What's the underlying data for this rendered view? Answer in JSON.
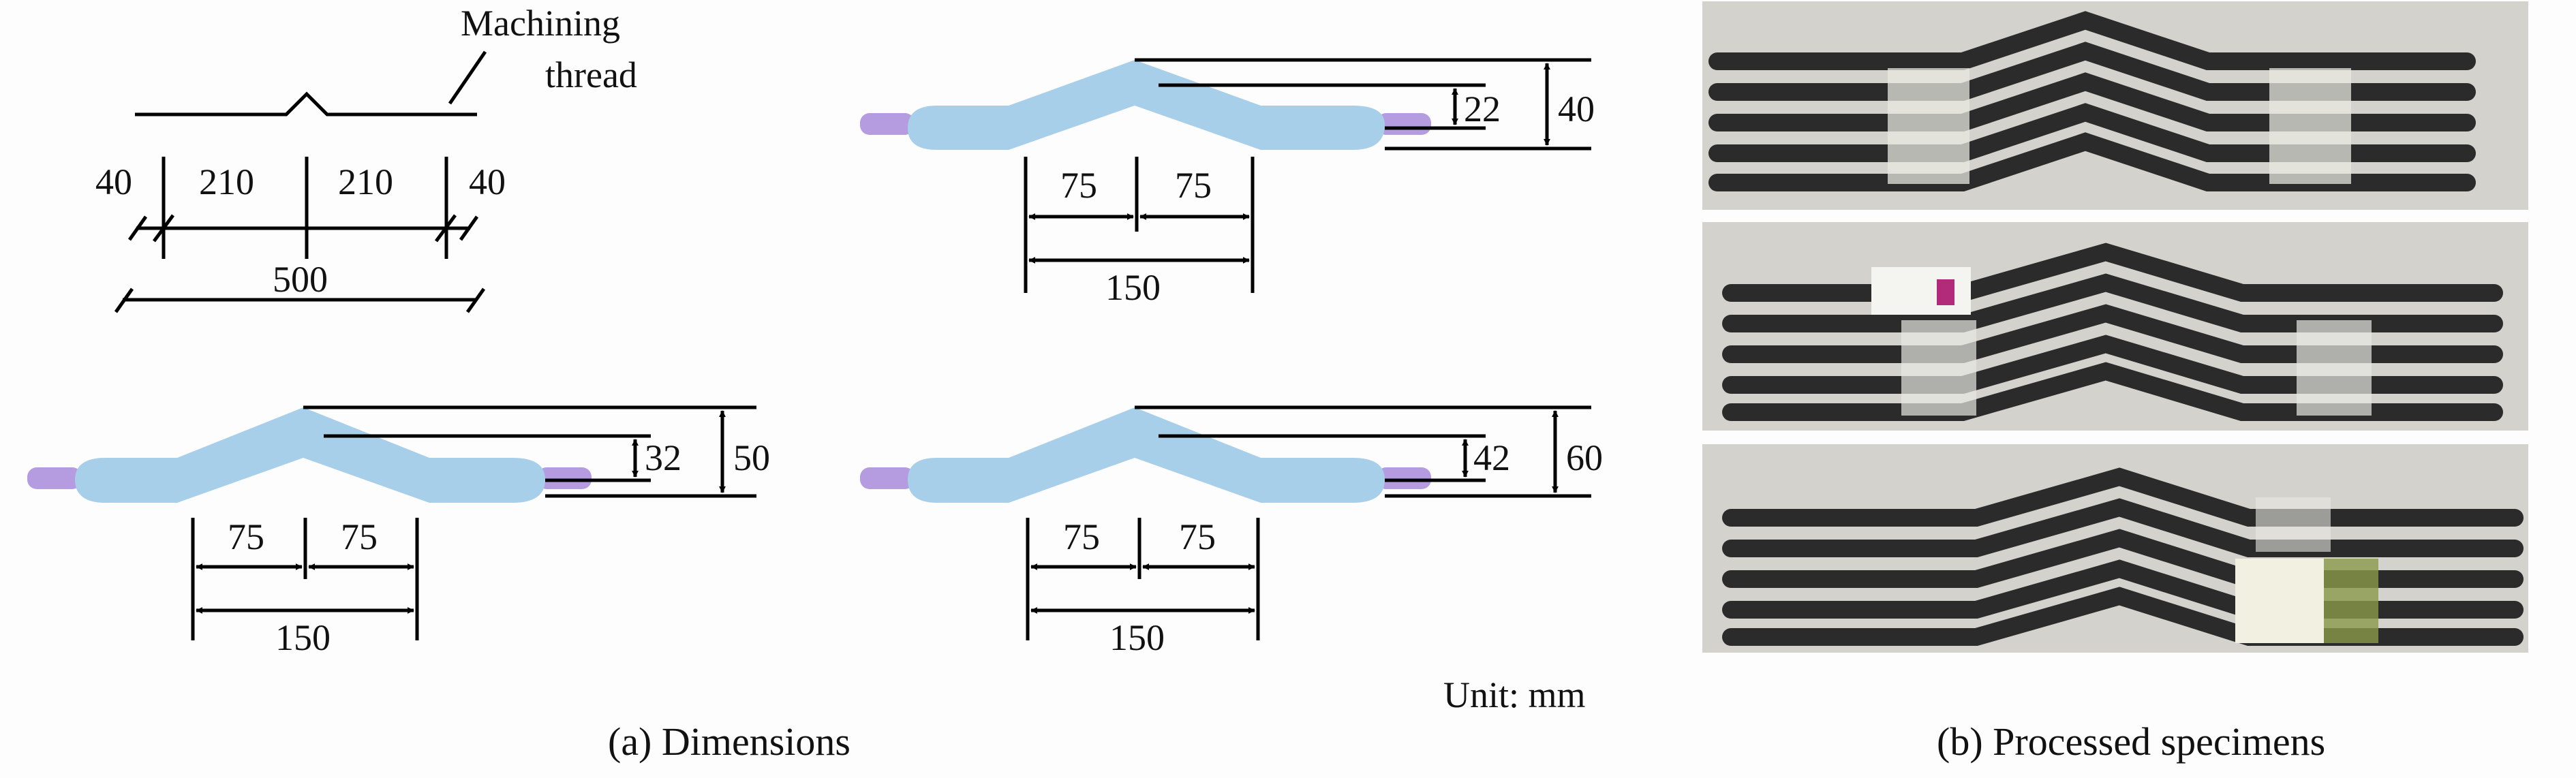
{
  "panel_a": {
    "caption": "(a) Dimensions",
    "unit_label": "Unit: mm",
    "machining_label_line1": "Machining",
    "machining_label_line2": "thread",
    "segment_labels": [
      "40",
      "210",
      "210",
      "40"
    ],
    "total_label": "500",
    "specimens": [
      {
        "inner_height": "22",
        "outer_height": "40",
        "half_lengths": [
          "75",
          "75"
        ],
        "total_length": "150"
      },
      {
        "inner_height": "32",
        "outer_height": "50",
        "half_lengths": [
          "75",
          "75"
        ],
        "total_length": "150"
      },
      {
        "inner_height": "42",
        "outer_height": "60",
        "half_lengths": [
          "75",
          "75"
        ],
        "total_length": "150"
      }
    ]
  },
  "panel_b": {
    "caption": "(b) Processed specimens"
  },
  "colors": {
    "bar_fill": "#a8cfe9",
    "thread_fill": "#b59ce0",
    "line": "#000000",
    "photo_bg": "#d4d2cc",
    "rebar": "#2b2b2b",
    "tape": "#e8e8e2"
  }
}
